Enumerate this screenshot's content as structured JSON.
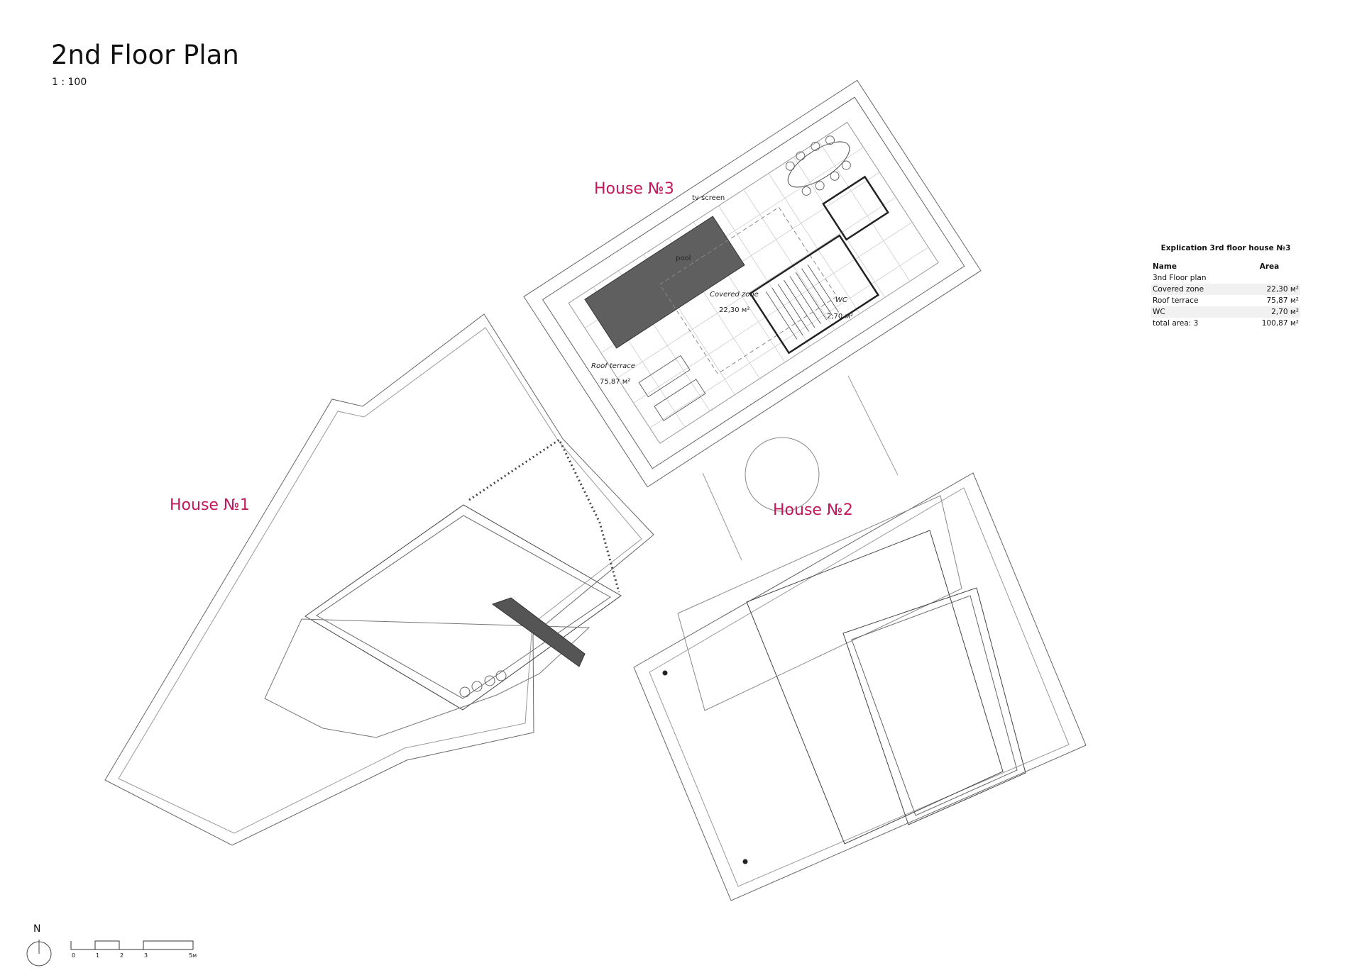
{
  "drawing": {
    "title": "2nd Floor Plan",
    "scale": "1 : 100"
  },
  "houses": {
    "house1": "House №1",
    "house2": "House №2",
    "house3": "House №3"
  },
  "plan_labels": {
    "tv_screen": "tv screen",
    "pool": "pool",
    "covered_zone": "Covered zone",
    "covered_zone_area": "22,30 м²",
    "roof_terrace": "Roof terrace",
    "roof_terrace_area": "75,87 м²",
    "wc": "WC",
    "wc_area": "2,70 м²"
  },
  "explication": {
    "title": "Explication 3rd floor house №3",
    "col_name": "Name",
    "col_area": "Area",
    "rows": [
      {
        "name": "3nd Floor plan",
        "area": ""
      },
      {
        "name": "Covered zone",
        "area": "22,30 м²"
      },
      {
        "name": "Roof terrace",
        "area": "75,87 м²"
      },
      {
        "name": "WC",
        "area": "2,70 м²"
      },
      {
        "name": "total area: 3",
        "area": "100,87 м²"
      }
    ]
  },
  "north_arrow": {
    "letter": "N"
  },
  "scale_bar": {
    "ticks": [
      "0",
      "1",
      "2",
      "3",
      "5м"
    ]
  },
  "colors": {
    "label_accent": "#c2185b",
    "pool_fill": "#5f5f5f",
    "line": "#555555"
  }
}
